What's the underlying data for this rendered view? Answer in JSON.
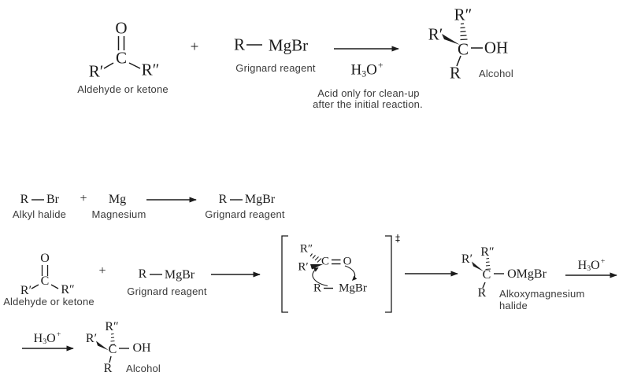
{
  "palette": {
    "ink": "#1c1c1c",
    "label": "#3a3a3a",
    "background": "#ffffff"
  },
  "r1": {
    "carbonyl": {
      "O": "O",
      "C": "C",
      "Rp": "R′",
      "Rpp": "R″",
      "caption": "Aldehyde or ketone"
    },
    "plus": "+",
    "grignard": {
      "R": "R",
      "MgBr": "MgBr",
      "caption": "Grignard reagent"
    },
    "h3o": {
      "H": "H",
      "s": "3",
      "O": "O",
      "p": "+"
    },
    "note1": "Acid only for clean-up",
    "note2": "after the initial reaction.",
    "alcohol": {
      "Rpp": "R″",
      "Rp": "R′",
      "C": "C",
      "OH": "OH",
      "R": "R",
      "caption": "Alcohol"
    }
  },
  "r2": {
    "halide": {
      "R": "R",
      "Br": "Br",
      "caption": "Alkyl halide"
    },
    "plus": "+",
    "mg": {
      "Mg": "Mg",
      "caption": "Magnesium"
    },
    "grignard": {
      "R": "R",
      "MgBr": "MgBr",
      "caption": "Grignard reagent"
    }
  },
  "r3": {
    "carbonyl": {
      "O": "O",
      "C": "C",
      "Rp": "R′",
      "Rpp": "R″",
      "caption": "Aldehyde or ketone"
    },
    "plus": "+",
    "grignard": {
      "R": "R",
      "MgBr": "MgBr",
      "caption": "Grignard reagent"
    },
    "ts": {
      "Rpp": "R″",
      "Rp": "R′",
      "C": "C",
      "O": "O",
      "R": "R",
      "MgBr": "MgBr",
      "dagger": "‡"
    },
    "alkoxide": {
      "Rpp": "R″",
      "Rp": "R′",
      "C": "C",
      "OMgBr": "OMgBr",
      "R": "R",
      "caption1": "Alkoxymagnesium",
      "caption2": "halide"
    },
    "h3o": {
      "H": "H",
      "s": "3",
      "O": "O",
      "p": "+"
    }
  },
  "r4": {
    "h3o": {
      "H": "H",
      "s": "3",
      "O": "O",
      "p": "+"
    },
    "alcohol": {
      "Rpp": "R″",
      "Rp": "R′",
      "C": "C",
      "OH": "OH",
      "R": "R",
      "caption": "Alcohol"
    }
  }
}
